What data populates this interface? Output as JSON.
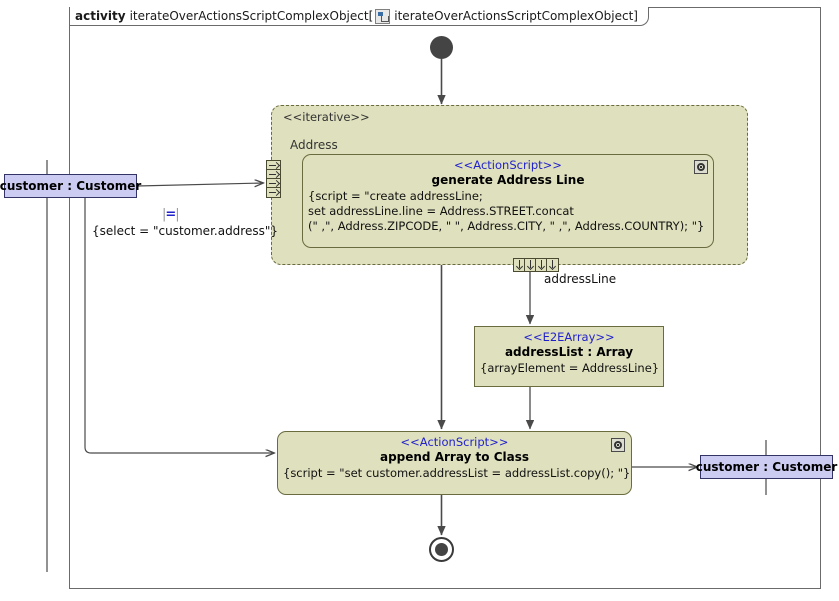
{
  "frame": {
    "keyword": "activity",
    "name": "iterateOverActionsScriptComplexObject",
    "bracket_open": "[",
    "icon": "activity-diagram-icon",
    "inner_name": "iterateOverActionsScriptComplexObject",
    "bracket_close": "]"
  },
  "region": {
    "stereotype": "<<iterative>>",
    "name": "Address"
  },
  "nodes": {
    "generate": {
      "stereotype": "<<ActionScript>>",
      "title": "generate Address Line",
      "body_line1": "{script = \"create addressLine;",
      "body_line2": "set addressLine.line = Address.STREET.concat",
      "body_line3": "(\" ,\", Address.ZIPCODE, \" \", Address.CITY, \" ,\", Address.COUNTRY); \"}",
      "icon": "gear-icon"
    },
    "array": {
      "stereotype": "<<E2EArray>>",
      "title": "addressList : Array",
      "body": "{arrayElement = AddressLine}"
    },
    "append": {
      "stereotype": "<<ActionScript>>",
      "title": "append Array to Class",
      "body": "{script = \"set customer.addressList = addressList.copy(); \"}",
      "icon": "gear-icon"
    }
  },
  "objects": {
    "customer_in": "customer : Customer",
    "customer_out": "customer : Customer"
  },
  "annotations": {
    "select_symbol": "=",
    "select_constraint": "{select = \"customer.address\"}",
    "addressline_label": "addressLine"
  },
  "control_nodes": {
    "initial": "initial-node",
    "final": "activity-final-node"
  },
  "colors": {
    "node_fill": "#dfe0bd",
    "node_border": "#6b6b40",
    "object_fill": "#ccccf2",
    "object_border": "#333366",
    "stereotype_text": "#2222cc",
    "edge": "#4a4a4a",
    "frame_border": "#6b6b6b",
    "control_node": "#444444"
  }
}
